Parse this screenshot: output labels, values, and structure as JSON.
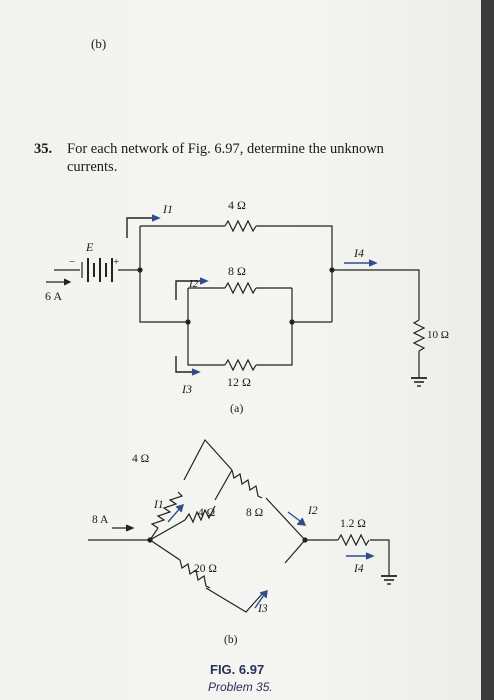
{
  "header": {
    "prev_label": "(b)"
  },
  "problem": {
    "number": "35.",
    "text_line1": "For each network of Fig. 6.97, determine the unknown",
    "text_line2": "currents."
  },
  "circuit_a": {
    "source_voltage": "E",
    "source_current": "6 A",
    "plus": "+",
    "minus": "−",
    "r_top": "4 Ω",
    "r_mid": "8 Ω",
    "r_bot": "12 Ω",
    "r_load": "10 Ω",
    "i1": "I1",
    "i2": "I2",
    "i3": "I3",
    "i4": "I4",
    "sub_label": "(a)"
  },
  "circuit_b": {
    "source_current": "8 A",
    "r_left_top": "4 Ω",
    "r_center_left": "4 Ω",
    "r_right_top": "8 Ω",
    "r_bottom_left": "20 Ω",
    "r_series": "1.2 Ω",
    "i1": "I1",
    "i2": "I2",
    "i3": "I3",
    "i4": "I4",
    "sub_label": "(b)"
  },
  "figure": {
    "caption": "FIG. 6.97",
    "subcaption": "Problem 35."
  }
}
